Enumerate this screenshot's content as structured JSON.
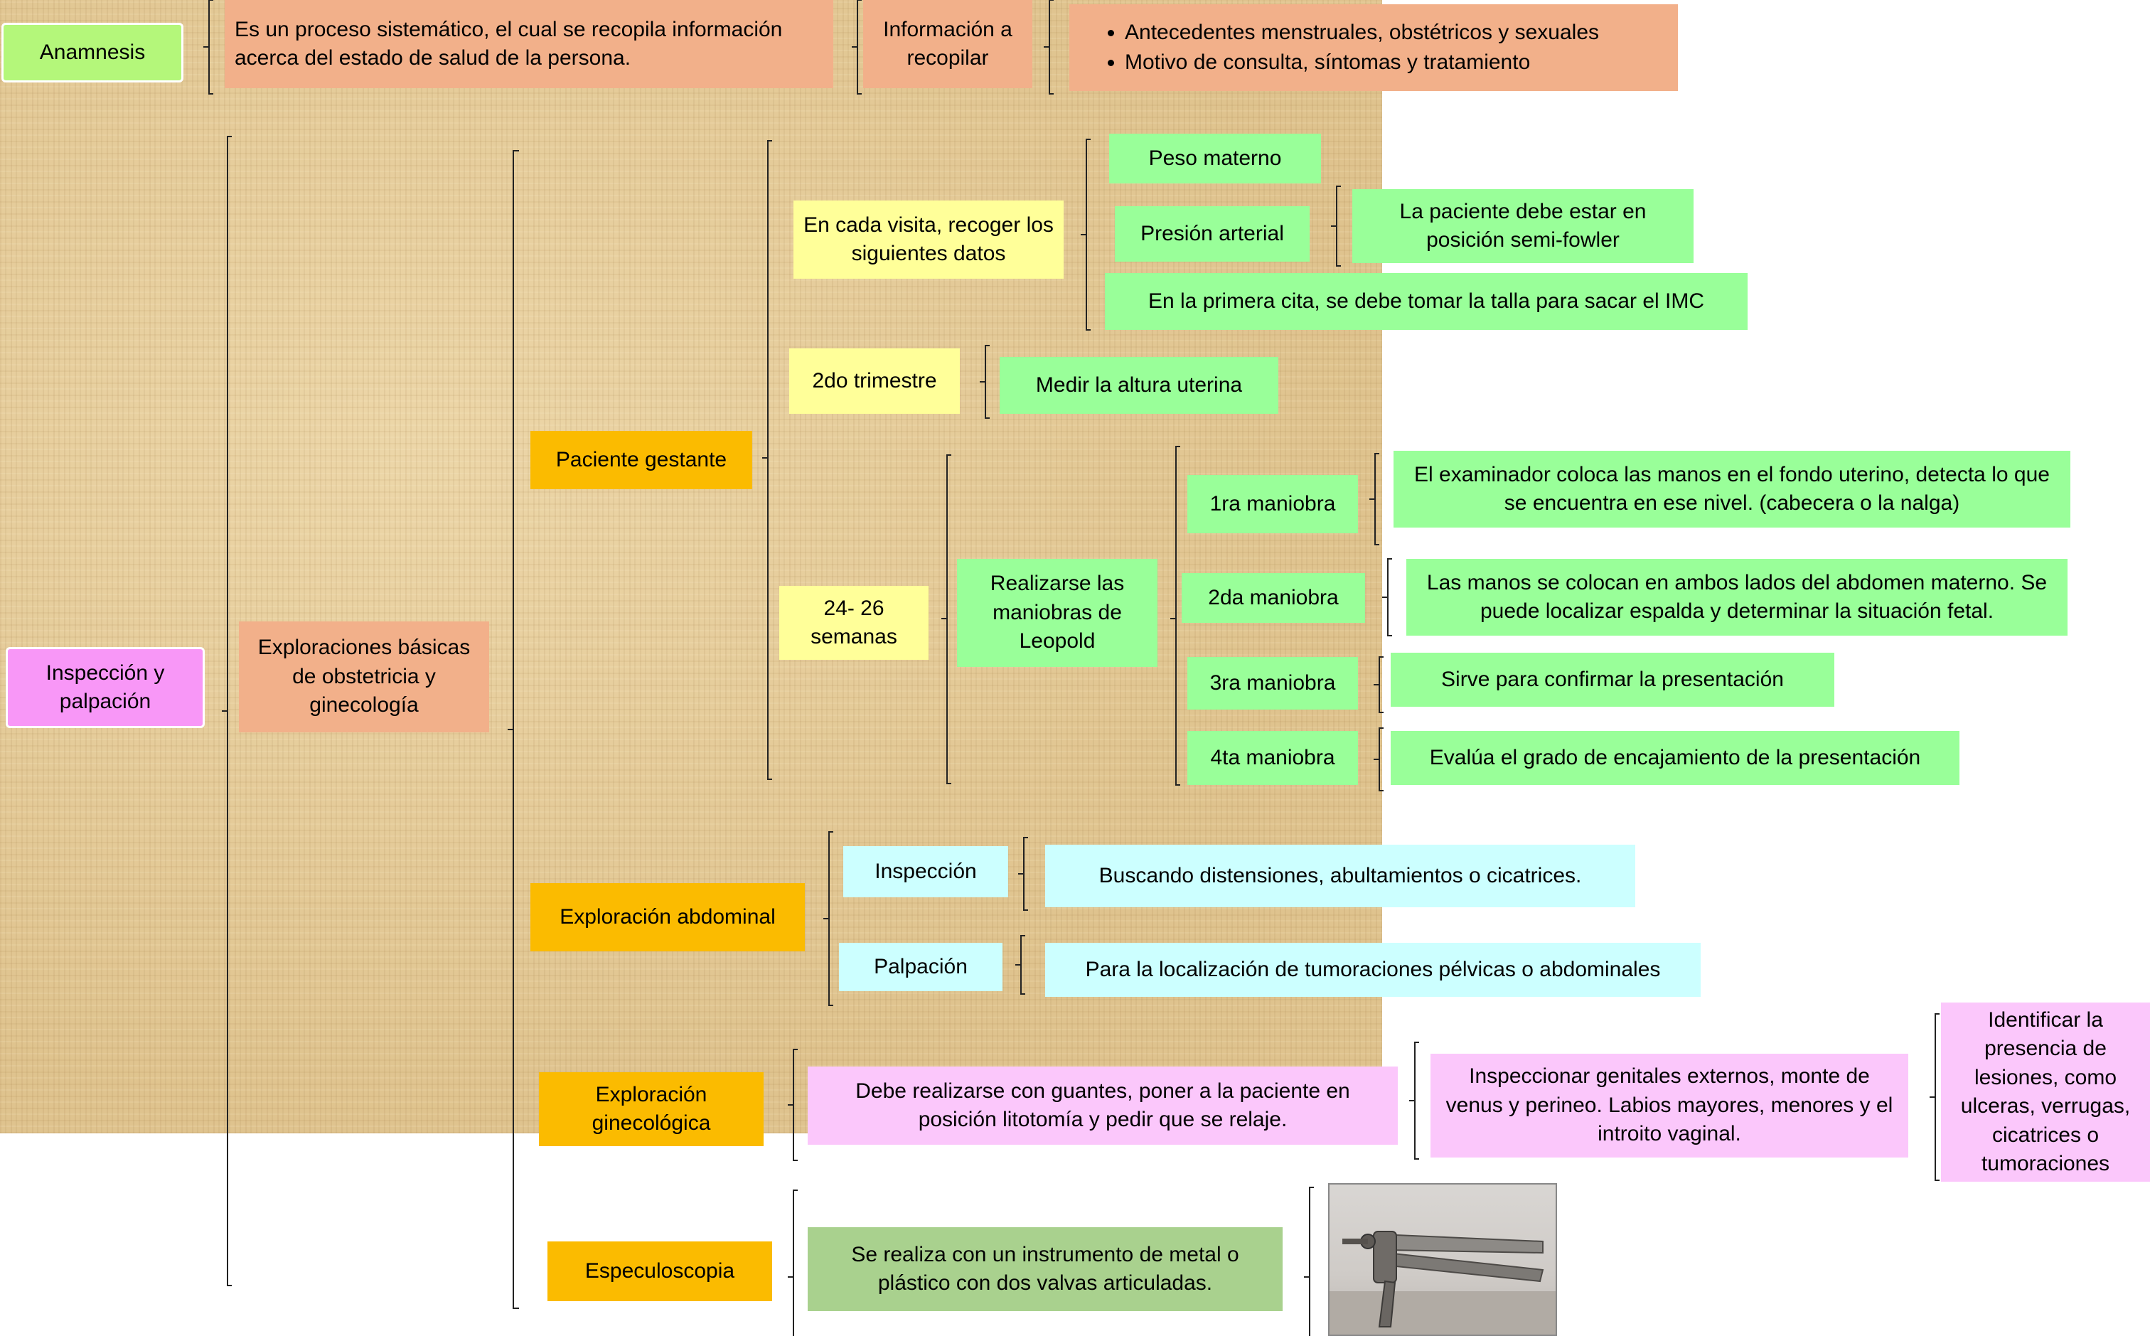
{
  "nodes": {
    "anamnesis": "Anamnesis",
    "anamnesis_def": "Es un proceso sistemático, el cual se recopila información acerca del estado de salud de la persona.",
    "info_recopilar": "Información a recopilar",
    "info_items": [
      "Antecedentes menstruales, obstétricos y sexuales",
      "Motivo de consulta, síntomas y tratamiento"
    ],
    "inspeccion_palpacion": "Inspección y palpación",
    "exploraciones_basicas": "Exploraciones básicas de obstetricia y ginecología",
    "paciente_gestante": "Paciente gestante",
    "cada_visita": "En cada visita, recoger los siguientes datos",
    "peso_materno": "Peso materno",
    "presion_arterial": "Presión arterial",
    "semi_fowler": "La paciente debe estar en posición semi-fowler",
    "primera_cita": "En la primera cita, se debe tomar la talla para sacar el IMC",
    "segundo_trimestre": "2do trimestre",
    "altura_uterina": "Medir la altura uterina",
    "semanas": "24- 26 semanas",
    "leopold": "Realizarse las maniobras de Leopold",
    "maniobra_1": "1ra maniobra",
    "maniobra_1_desc": "El examinador coloca las manos en el fondo uterino, detecta lo que se encuentra en ese nivel. (cabecera o la nalga)",
    "maniobra_2": "2da maniobra",
    "maniobra_2_desc": "Las manos se colocan en ambos lados del abdomen materno. Se puede localizar espalda y determinar la situación fetal.",
    "maniobra_3": "3ra maniobra",
    "maniobra_3_desc": "Sirve para confirmar la presentación",
    "maniobra_4": "4ta maniobra",
    "maniobra_4_desc": "Evalúa el grado de encajamiento de la presentación",
    "exploracion_abdominal": "Exploración abdominal",
    "inspeccion": "Inspección",
    "inspeccion_desc": "Buscando distensiones, abultamientos o cicatrices.",
    "palpacion": "Palpación",
    "palpacion_desc": "Para la localización de tumoraciones pélvicas o abdominales",
    "exploracion_ginecologica": "Exploración ginecológica",
    "guantes": "Debe realizarse con guantes, poner a la paciente en posición litotomía y pedir que se relaje.",
    "genitales": "Inspeccionar genitales externos, monte de venus y perineo. Labios mayores, menores y el introito vaginal.",
    "lesiones": "Identificar la presencia de lesiones, como ulceras, verrugas, cicatrices o tumoraciones",
    "especuloscopia": "Especuloscopia",
    "instrumento": "Se realiza con un instrumento de metal o plástico con dos valvas articuladas."
  },
  "colors": {
    "parchment": "#e3c995",
    "salmon": "#f2b08a",
    "lime": "#b4f77a",
    "magenta": "#f897f7",
    "orange": "#fbbb00",
    "yellow": "#ffff99",
    "green": "#99ff99",
    "cyan": "#ccffff",
    "pink": "#fbc7fb",
    "sage": "#a9d18e"
  },
  "image": {
    "subject": "speculum-photo"
  }
}
